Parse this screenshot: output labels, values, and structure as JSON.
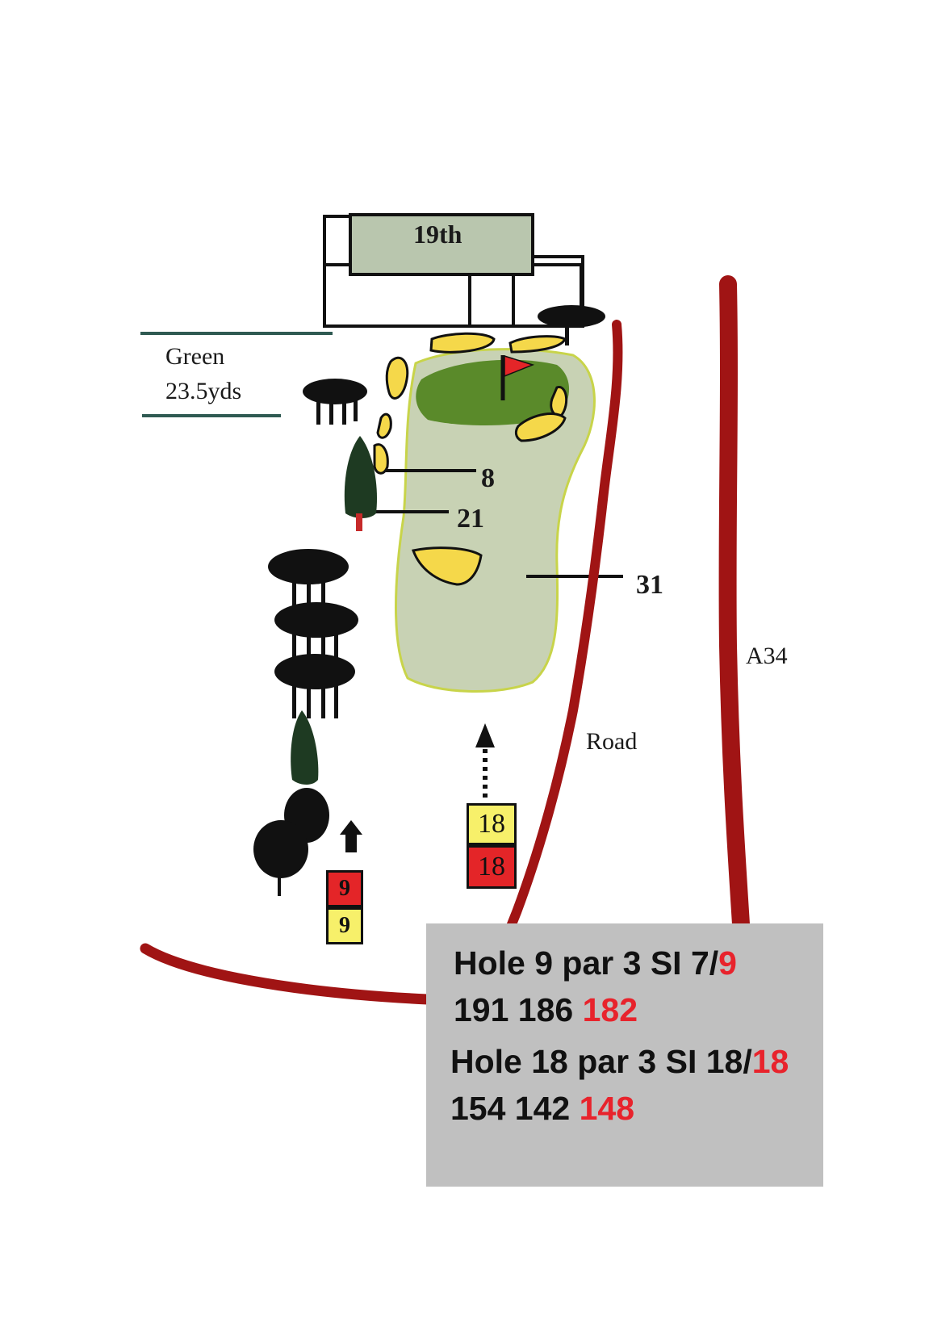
{
  "map": {
    "clubhouse_label": "19th",
    "green_label": "Green",
    "green_length": "23.5yds",
    "distance_markers": [
      "8",
      "21",
      "31"
    ],
    "road_label": "Road",
    "highway_label": "A34",
    "tees": {
      "hole9": {
        "red": "9",
        "yellow": "9"
      },
      "hole18": {
        "yellow": "18",
        "red": "18"
      }
    }
  },
  "info": {
    "hole9": {
      "title": "Hole 9 par 3 SI 7/",
      "si_ladies": "9",
      "yards": "191 186 ",
      "yards_ladies": "182"
    },
    "hole18": {
      "title": "Hole 18 par 3 SI 18/",
      "si_ladies": "18",
      "yards": "154 142 ",
      "yards_ladies": "148"
    }
  },
  "colors": {
    "road": "#a01414",
    "fairway": "#c8d2b4",
    "green": "#5a8a2a",
    "bunker": "#f5d84a",
    "tee_yellow": "#f7f06a",
    "tee_red": "#e42528",
    "panel": "#c0c0c0",
    "accent_red": "#e8232c"
  }
}
